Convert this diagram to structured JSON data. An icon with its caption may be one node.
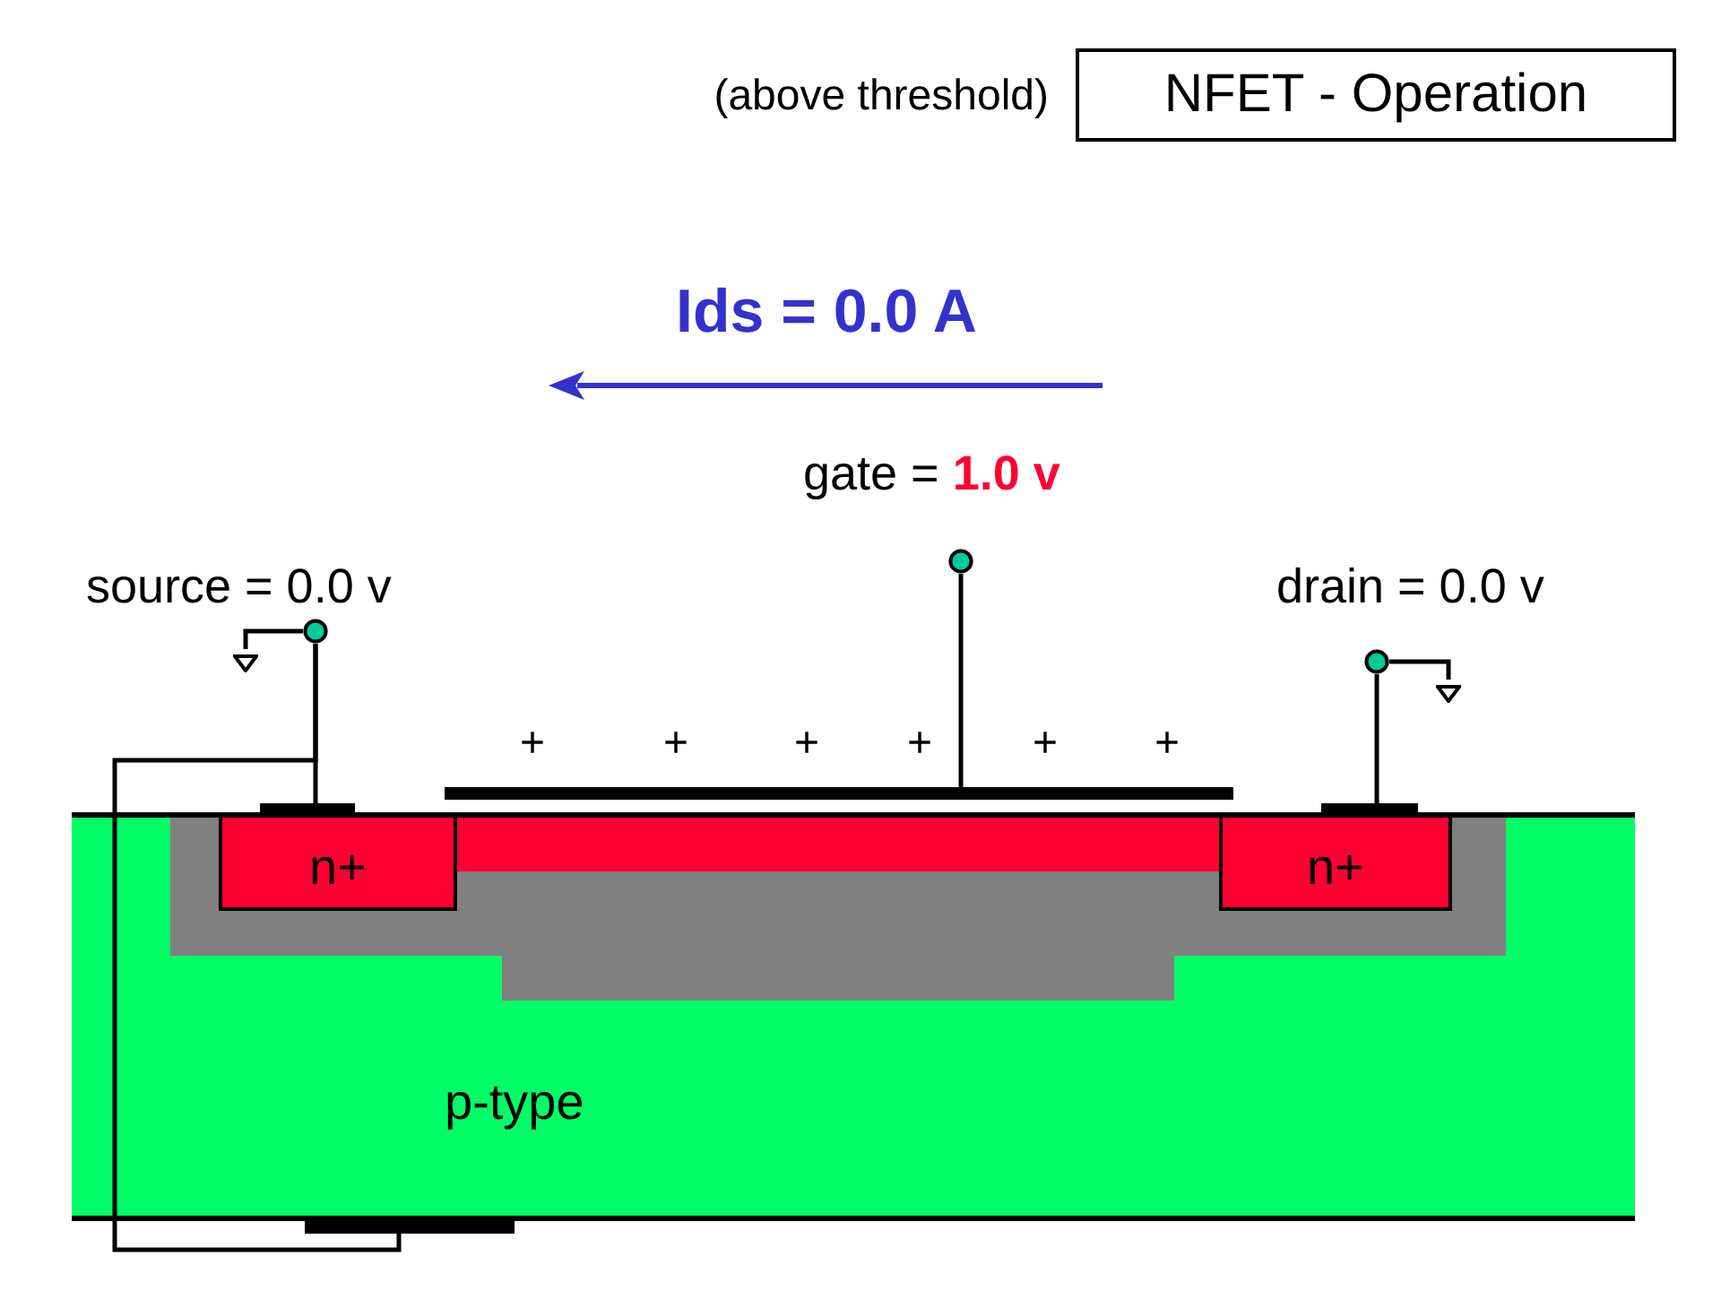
{
  "diagram": {
    "title": "NFET - Operation",
    "nodes": [
      {
        "text": [
          "p-type"
        ]
      },
      {
        "text": [
          "n+"
        ],
        "in": 0
      },
      {
        "text": [
          "n+"
        ],
        "in": 0
      },
      {
        "text": [],
        "shape": "circle"
      },
      {
        "text": [],
        "shape": "circle"
      },
      {
        "text": [],
        "shape": "circle"
      },
      {
        "text": [],
        "shape": "bar"
      },
      {
        "text": [],
        "shape": "bar"
      },
      {
        "text": [],
        "shape": "bar"
      },
      {
        "text": [],
        "shape": "bar"
      },
      {
        "text": [],
        "shape": "triangle"
      },
      {
        "text": [],
        "shape": "triangle"
      }
    ],
    "edges": [
      {
        "from": 3,
        "to": 10,
        "arrow": "none"
      },
      {
        "from": 3,
        "to": 7,
        "arrow": "none"
      },
      {
        "from": 3,
        "to": 9,
        "arrow": "none"
      },
      {
        "from": 4,
        "to": 6,
        "arrow": "none"
      },
      {
        "from": 5,
        "to": 11,
        "arrow": "none"
      },
      {
        "from": 5,
        "to": 8,
        "arrow": "none"
      }
    ],
    "labels": [
      "(above threshold)",
      "Ids = 0.0 A",
      "gate = **1.0 v**",
      "source = 0.0 v",
      "drain = 0.0 v",
      "+",
      "+",
      "+",
      "+",
      "+",
      "+"
    ]
  }
}
